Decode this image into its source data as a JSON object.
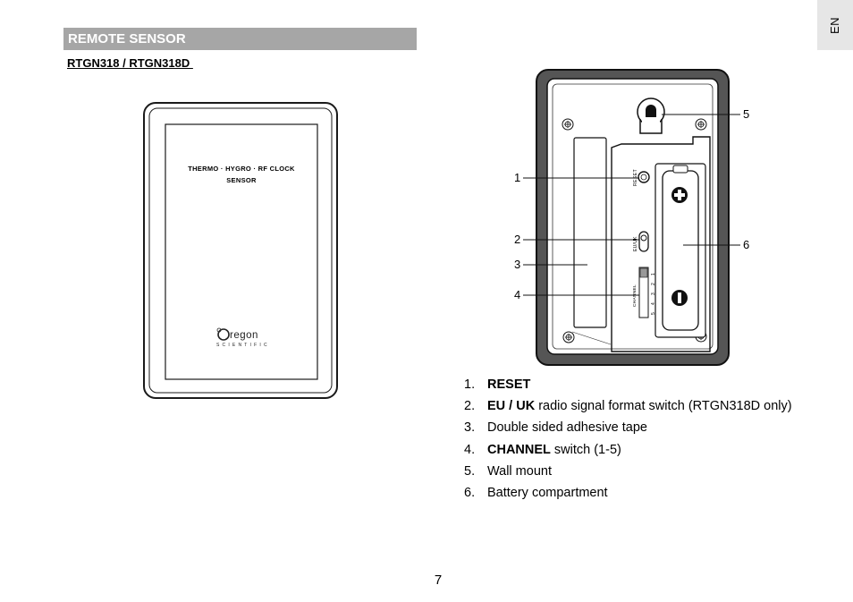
{
  "language_tab": "EN",
  "section_header": "REMOTE SENSOR",
  "model_title": "RTGN318 / RTGN318D ",
  "front_device": {
    "label_line1": "THERMO · HYGRO · RF CLOCK",
    "label_line2": "SENSOR",
    "brand_name": "regon",
    "brand_sub": "SCIENTIFIC"
  },
  "back_device": {
    "reset_label": "RESET",
    "euuk_label": "EU/UK",
    "channel_label": "CHANNEL",
    "channel_numbers": [
      "5",
      "4",
      "3",
      "2",
      "1"
    ]
  },
  "callouts": [
    "1",
    "2",
    "3",
    "4",
    "5",
    "6"
  ],
  "parts_list": [
    {
      "num": "1.",
      "bold": "RESET",
      "text": ""
    },
    {
      "num": "2.",
      "bold": "EU / UK",
      "text": " radio signal format switch (RTGN318D only)"
    },
    {
      "num": "3.",
      "bold": "",
      "text": "Double sided adhesive tape"
    },
    {
      "num": "4.",
      "bold": "CHANNEL",
      "text": " switch (1-5)"
    },
    {
      "num": "5.",
      "bold": "",
      "text": "Wall mount"
    },
    {
      "num": "6.",
      "bold": "",
      "text": "Battery compartment"
    }
  ],
  "page_number": "7"
}
